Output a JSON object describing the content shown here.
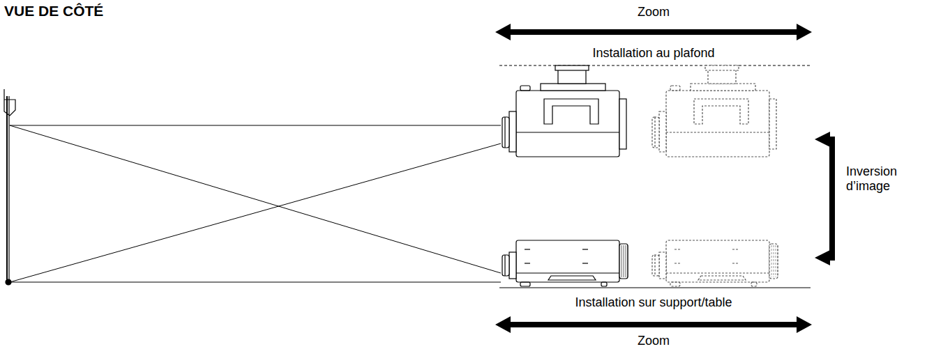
{
  "diagram": {
    "title": "VUE DE CÔTÉ",
    "labels": [
      "Zoom",
      "Installation au plafond",
      "Inversion d’image",
      "Installation sur support/table",
      "Zoom"
    ]
  }
}
